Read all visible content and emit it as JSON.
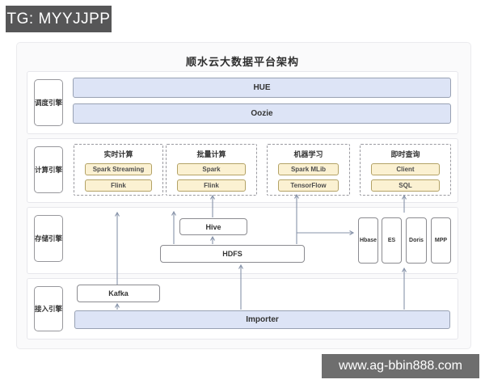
{
  "watermarks": {
    "tg_badge": "TG: MYYJJPP",
    "site": "www.ag-bbin888.com"
  },
  "diagram": {
    "title": "顺水云大数据平台架构",
    "rows": [
      {
        "label": "调度引擎",
        "bars": [
          "HUE",
          "Oozie"
        ]
      },
      {
        "label": "计算引擎",
        "groups": [
          {
            "title": "实时计算",
            "items": [
              "Spark Streaming",
              "Flink"
            ]
          },
          {
            "title": "批量计算",
            "items": [
              "Spark",
              "Flink"
            ]
          },
          {
            "title": "机器学习",
            "items": [
              "Spark MLib",
              "TensorFlow"
            ]
          },
          {
            "title": "即时查询",
            "items": [
              "Client",
              "SQL"
            ]
          }
        ]
      },
      {
        "label": "存储引擎",
        "nodes": [
          "Hive",
          "HDFS",
          "Hbase",
          "ES",
          "Doris",
          "MPP"
        ]
      },
      {
        "label": "接入引擎",
        "nodes": [
          "Kafka",
          "Importer"
        ]
      }
    ],
    "colors": {
      "bar_fill": "#dde4f6",
      "bar_border": "#98a1b3",
      "pill_fill": "#fbf1d2",
      "pill_border": "#b3a266",
      "arrow": "#8793a9",
      "badge_bg": "#565657"
    }
  }
}
